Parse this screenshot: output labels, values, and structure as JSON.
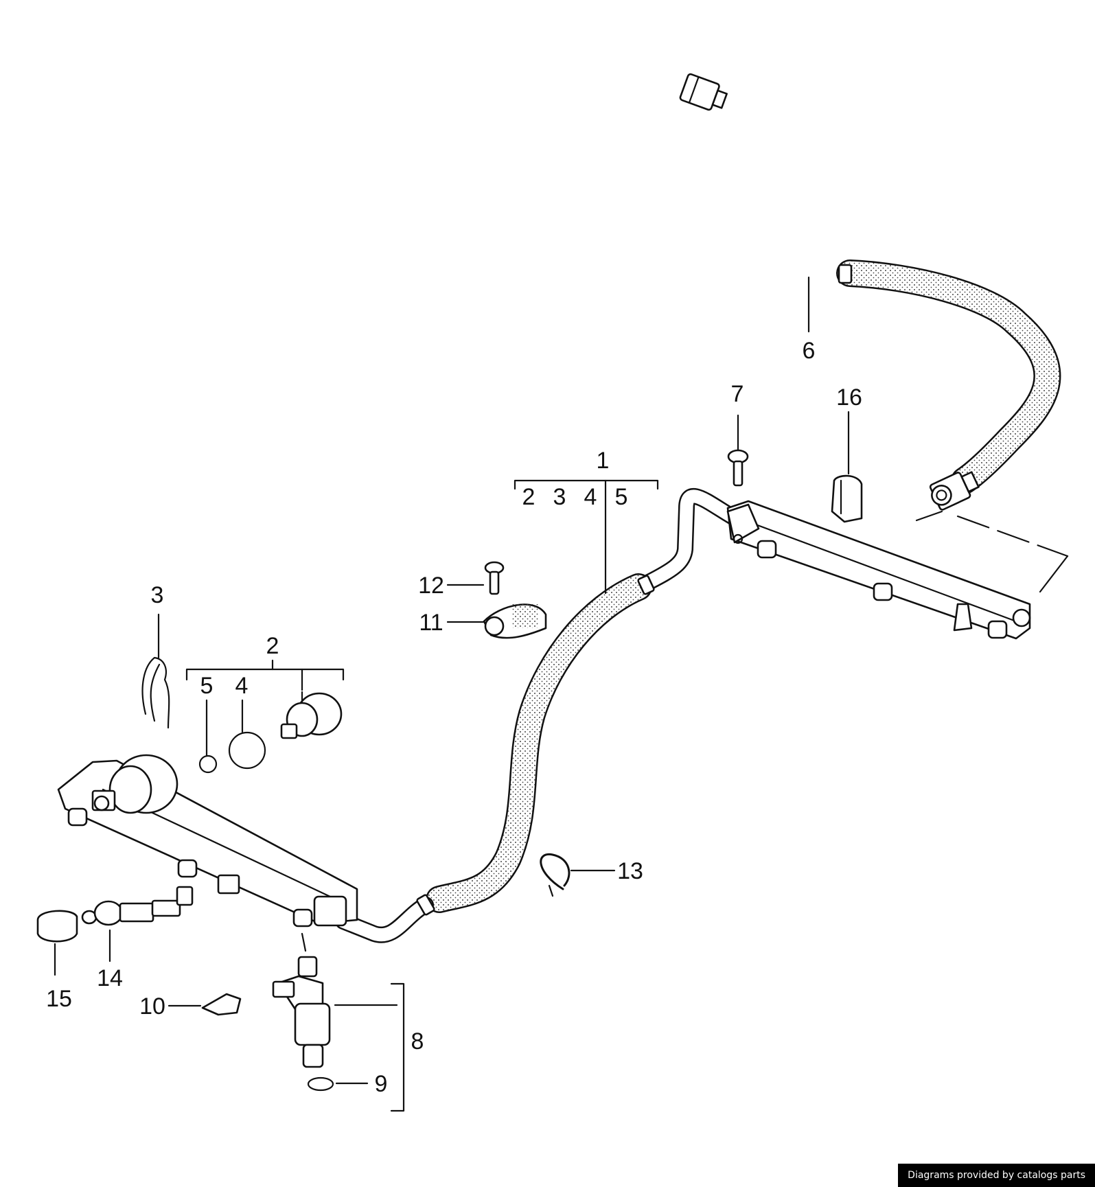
{
  "diagram": {
    "callouts": [
      {
        "id": "callout-1",
        "text": "1"
      },
      {
        "id": "callout-1-sub-2",
        "text": "2"
      },
      {
        "id": "callout-1-sub-3",
        "text": "3"
      },
      {
        "id": "callout-1-sub-4",
        "text": "4"
      },
      {
        "id": "callout-1-sub-5",
        "text": "5"
      },
      {
        "id": "callout-2",
        "text": "2"
      },
      {
        "id": "callout-2-sub-5",
        "text": "5"
      },
      {
        "id": "callout-2-sub-4",
        "text": "4"
      },
      {
        "id": "callout-3",
        "text": "3"
      },
      {
        "id": "callout-6",
        "text": "6"
      },
      {
        "id": "callout-7",
        "text": "7"
      },
      {
        "id": "callout-8",
        "text": "8"
      },
      {
        "id": "callout-9",
        "text": "9"
      },
      {
        "id": "callout-10",
        "text": "10"
      },
      {
        "id": "callout-11",
        "text": "11"
      },
      {
        "id": "callout-12",
        "text": "12"
      },
      {
        "id": "callout-13",
        "text": "13"
      },
      {
        "id": "callout-14",
        "text": "14"
      },
      {
        "id": "callout-15",
        "text": "15"
      },
      {
        "id": "callout-16",
        "text": "16"
      }
    ]
  },
  "footer": {
    "credit": "Diagrams provided by catalogs parts"
  },
  "colors": {
    "line": "#111111",
    "background": "#ffffff",
    "hose_texture": "#444444",
    "credit_bg": "#000000"
  }
}
